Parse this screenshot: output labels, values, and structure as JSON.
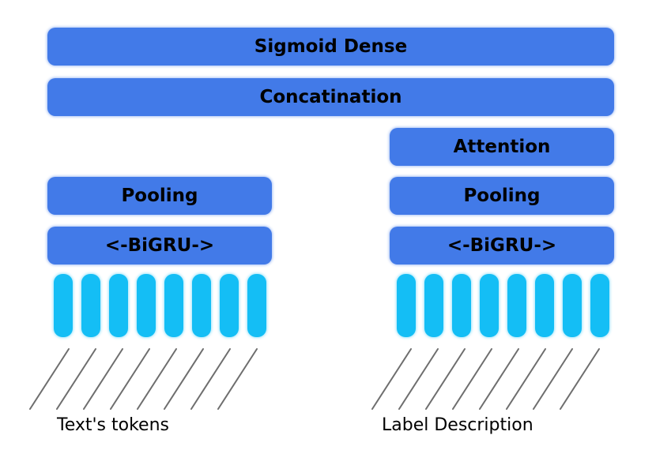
{
  "layers": {
    "sigmoid_dense": "Sigmoid Dense",
    "concatenation": "Concatination",
    "attention": "Attention",
    "left_pooling": "Pooling",
    "left_bigru": "<-BiGRU->",
    "right_pooling": "Pooling",
    "right_bigru": "<-BiGRU->"
  },
  "inputs": {
    "left_caption": "Text's tokens",
    "right_caption": "Label Description"
  },
  "colors": {
    "layer_block": "#427ae8",
    "token_cell": "#14bef5",
    "token_stroke": "#6e6e6e",
    "text": "#000000",
    "background": "#ffffff"
  }
}
